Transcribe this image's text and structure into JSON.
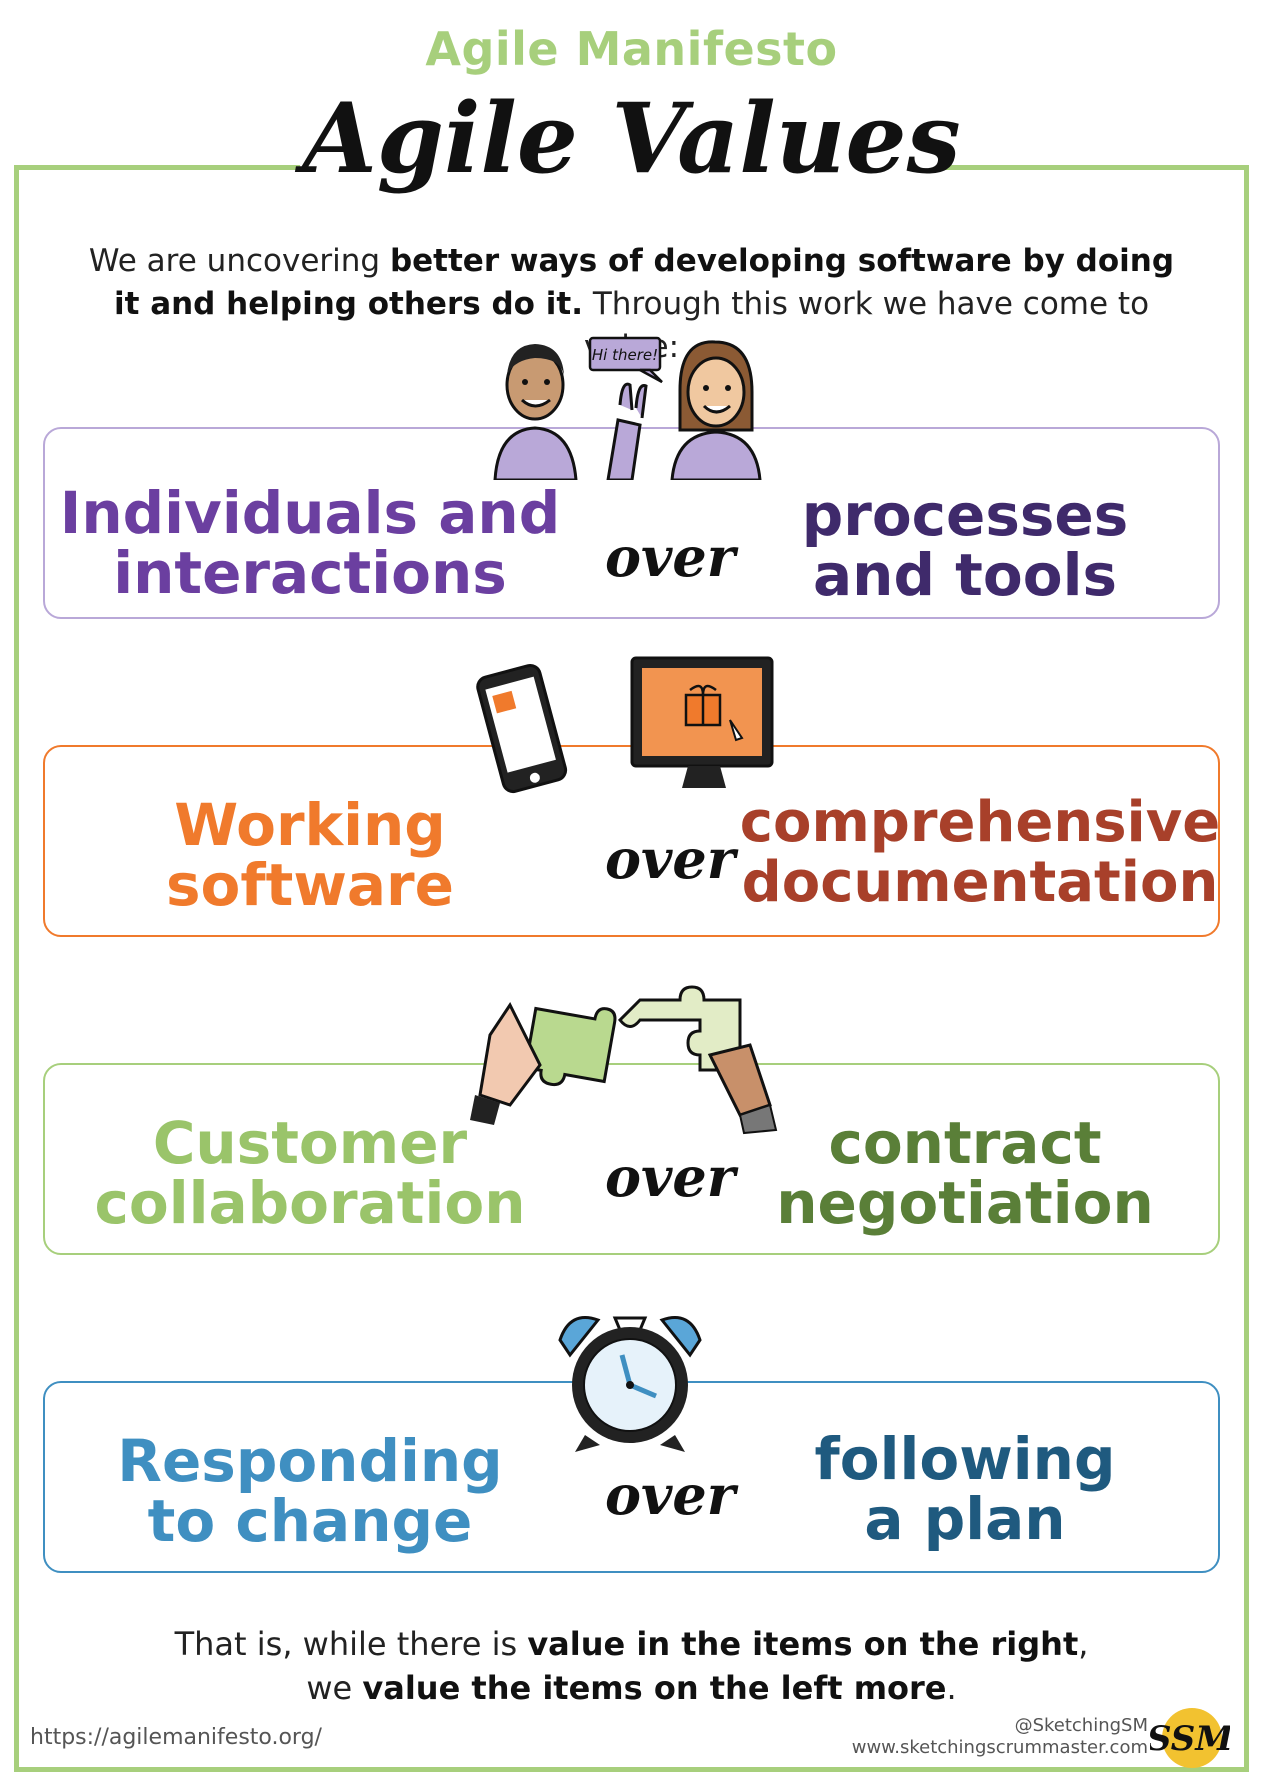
{
  "header": {
    "supertitle": "Agile Manifesto",
    "title": "Agile Values"
  },
  "intro": {
    "part1": "We are uncovering ",
    "bold": "better ways of developing software by doing it and helping others do it.",
    "part2": " Through this work we have come to value:"
  },
  "values": [
    {
      "left_line1": "Individuals and",
      "left_line2": "interactions",
      "over": "over",
      "right_line1": "processes",
      "right_line2": "and tools",
      "left_color": "#6b3fa0",
      "right_color": "#3f2a6b",
      "border_color": "#b9a8d8"
    },
    {
      "left_line1": "Working",
      "left_line2": "software",
      "over": "over",
      "right_line1": "comprehensive",
      "right_line2": "documentation",
      "left_color": "#f07a2c",
      "right_color": "#a8402a",
      "border_color": "#f07a2c"
    },
    {
      "left_line1": "Customer",
      "left_line2": "collaboration",
      "over": "over",
      "right_line1": "contract",
      "right_line2": "negotiation",
      "left_color": "#9ac46a",
      "right_color": "#5a7f38",
      "border_color": "#a7cf7c"
    },
    {
      "left_line1": "Responding",
      "left_line2": "to change",
      "over": "over",
      "right_line1": "following",
      "right_line2": "a plan",
      "left_color": "#3f8fc1",
      "right_color": "#1f5a7f",
      "border_color": "#3f8fc1"
    }
  ],
  "illustrations": {
    "speech_bubble": "Hi there!"
  },
  "outro": {
    "line1_a": "That is, while there is ",
    "line1_b": "value in the items on the right",
    "line1_c": ",",
    "line2_a": "we ",
    "line2_b": "value the items on the left more",
    "line2_c": "."
  },
  "footer": {
    "source_url": "https://agilemanifesto.org/",
    "handle": "@SketchingSM",
    "website": "www.sketchingscrummaster.com",
    "logo_text": "SSM"
  },
  "colors": {
    "frame": "#a7cf7c",
    "supertitle": "#a7cf7c"
  }
}
